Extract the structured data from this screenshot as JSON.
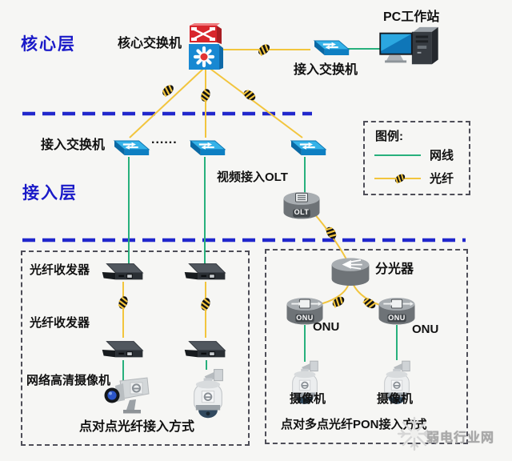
{
  "layers": {
    "core": "核心层",
    "access": "接入层"
  },
  "labels": {
    "core_switch": "核心交换机",
    "pc_workstation": "PC工作站",
    "access_switch_top": "接入交换机",
    "access_switch_row": "接入交换机",
    "ellipsis": "......",
    "video_olt": "视频接入OLT"
  },
  "legend": {
    "title": "图例:",
    "items": [
      {
        "label": "网线",
        "type": "ethernet-line",
        "color": "#27b07c"
      },
      {
        "label": "光纤",
        "type": "fiber-line",
        "color": "#f2c53d"
      }
    ]
  },
  "devices": {
    "olt_text": "OLT",
    "onu_text": "ONU"
  },
  "left_box": {
    "transceiver_label_top": "光纤收发器",
    "transceiver_label_bottom": "光纤收发器",
    "camera_label": "网络高清摄像机",
    "caption": "点对点光纤接入方式"
  },
  "right_box": {
    "splitter_label": "分光器",
    "onu_label_left": "ONU",
    "onu_label_right": "ONU",
    "camera_label_left": "摄像机",
    "camera_label_right": "摄像机",
    "caption": "点对多点光纤PON接入方式"
  },
  "watermark": "弱电行业网",
  "colors": {
    "layer_text": "#1a1ac8",
    "layer_divider": "#2127cc",
    "ethernet": "#27b07c",
    "fiber": "#f2c53d",
    "background": "#f6f6f4"
  }
}
